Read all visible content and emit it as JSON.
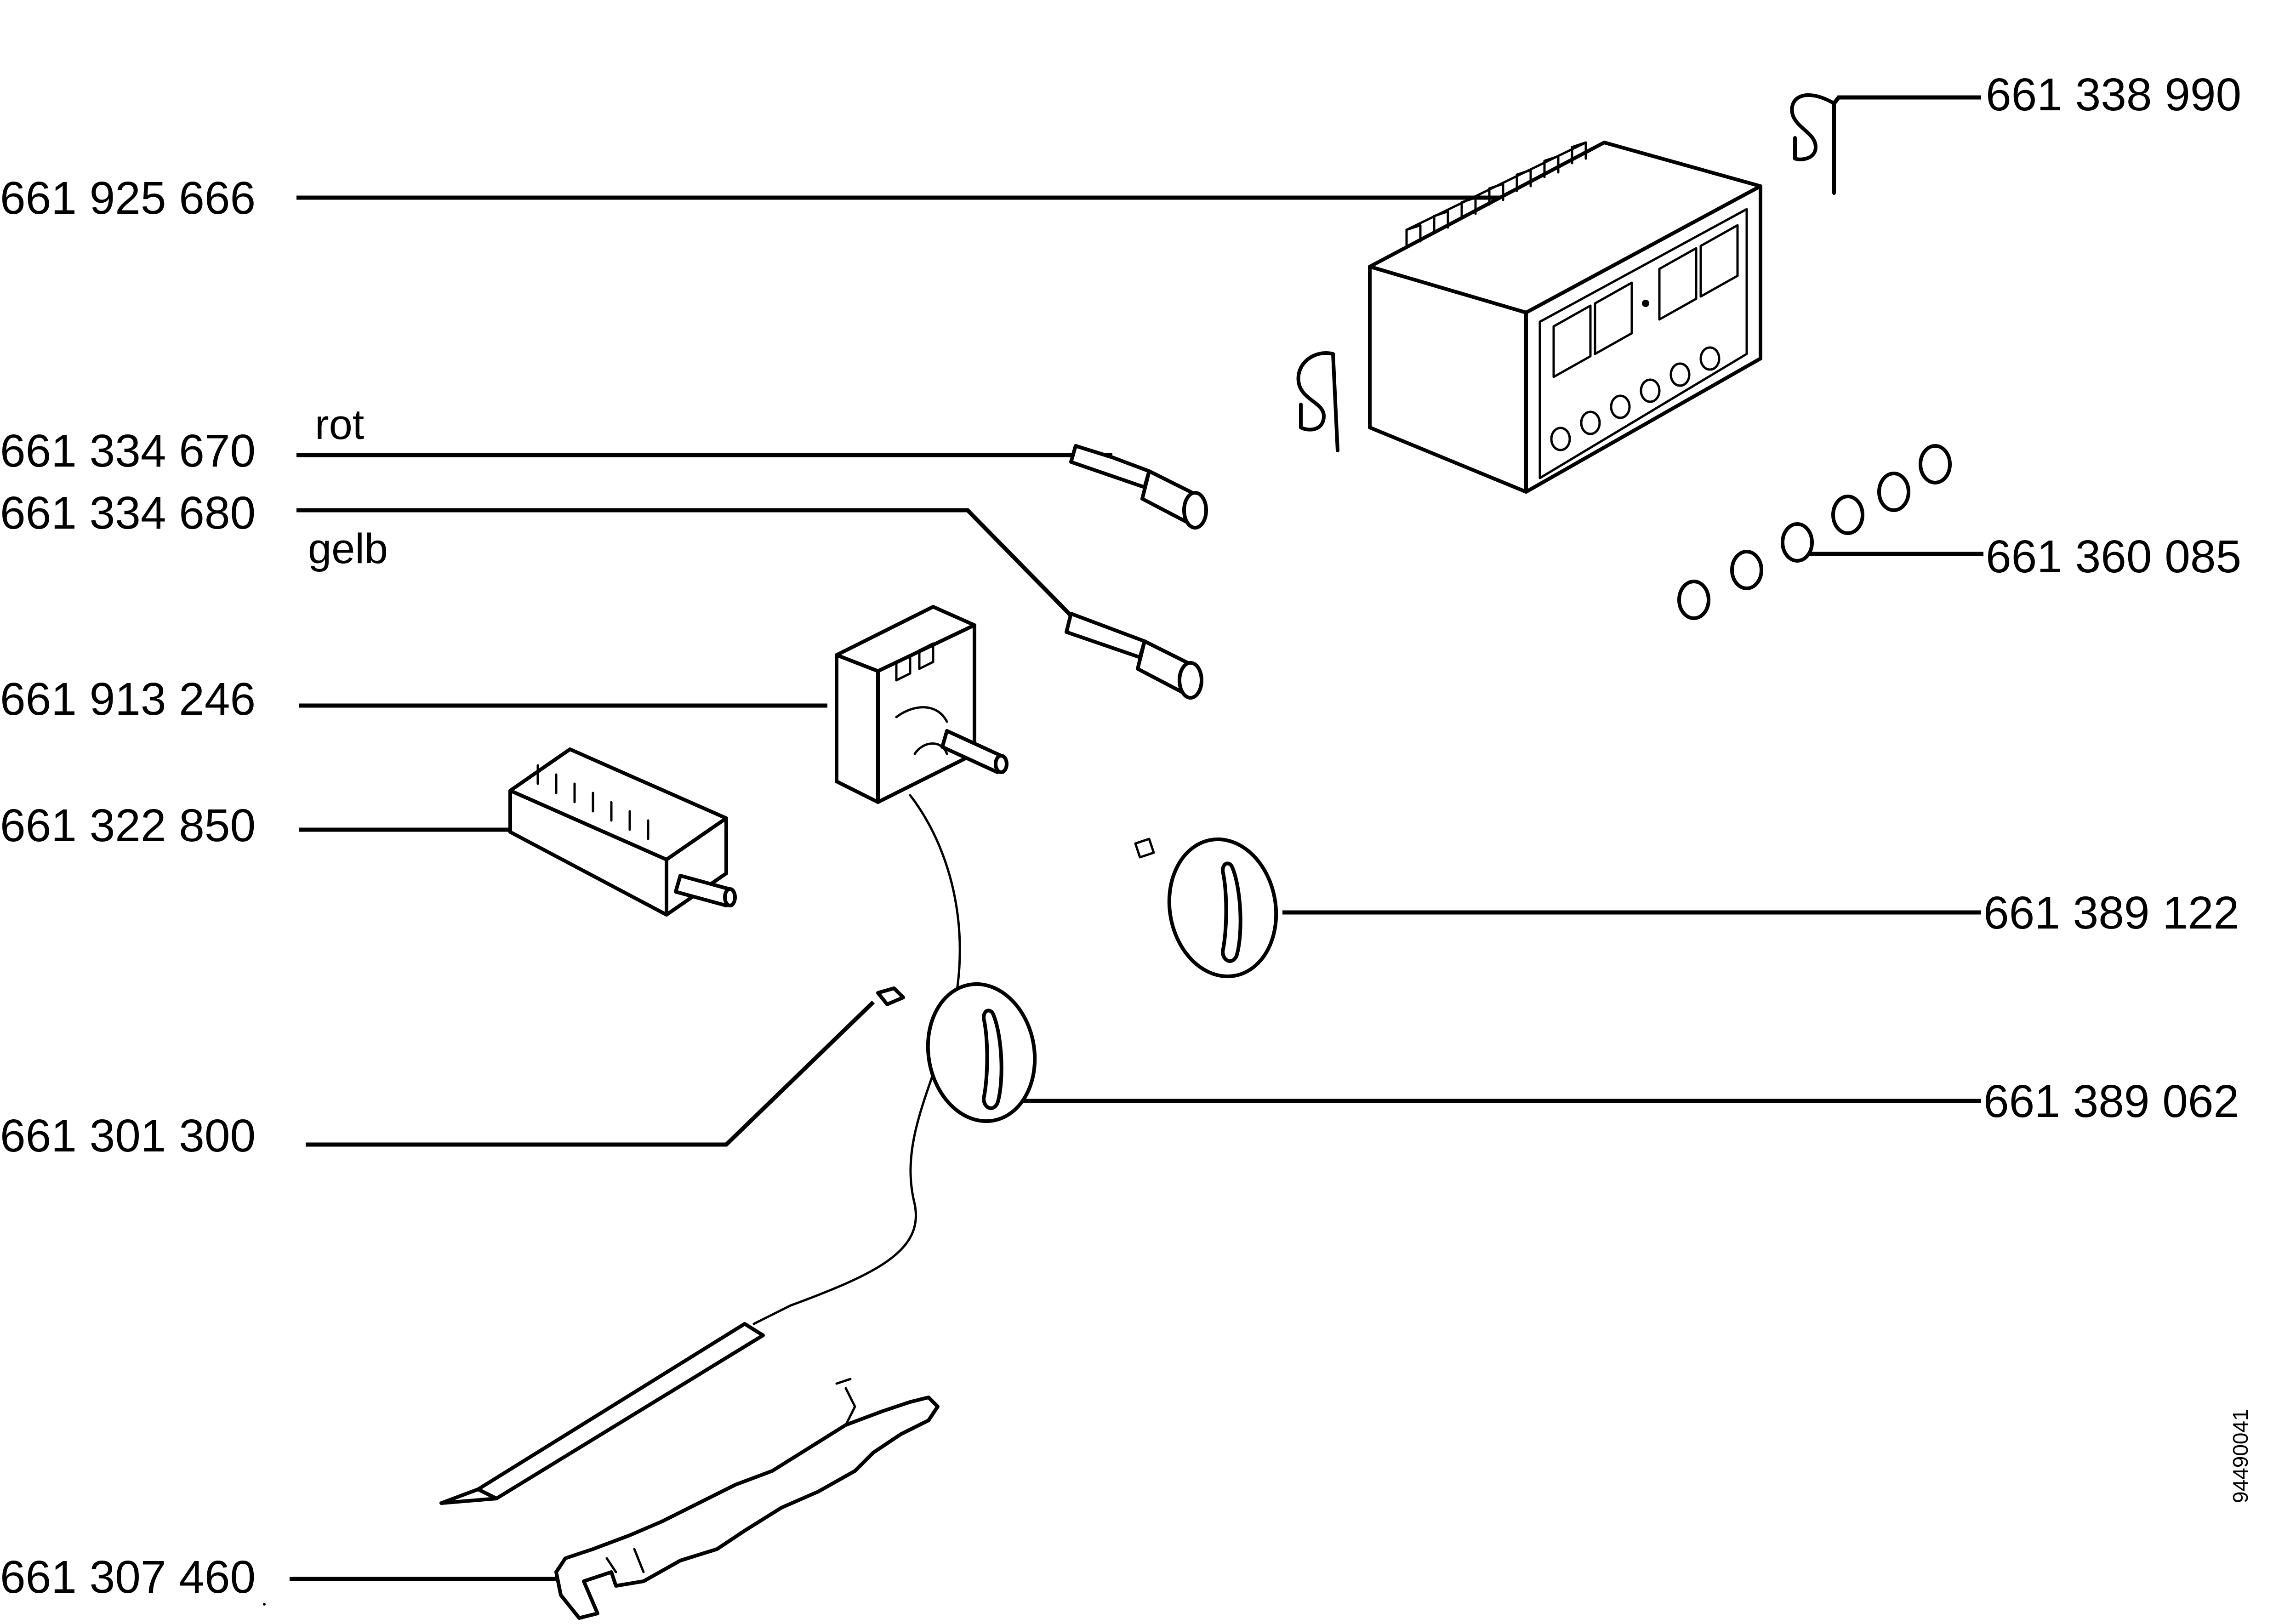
{
  "diagram": {
    "parts": [
      {
        "id": "timer-clip-top",
        "number": "661 338 990"
      },
      {
        "id": "timer-module",
        "number": "661 925 666"
      },
      {
        "id": "indicator-lamp-red",
        "number": "661 334 670",
        "note": "rot"
      },
      {
        "id": "indicator-lamp-yellow",
        "number": "661 334 680",
        "note": "gelb"
      },
      {
        "id": "timer-buttons",
        "number": "661 360 085"
      },
      {
        "id": "thermostat",
        "number": "661 913 246"
      },
      {
        "id": "selector-switch",
        "number": "661 322 850"
      },
      {
        "id": "knob-upper",
        "number": "661 389 122"
      },
      {
        "id": "knob-lower",
        "number": "661 389 062"
      },
      {
        "id": "knob-spring",
        "number": "661 301 300"
      },
      {
        "id": "sensor-holder",
        "number": "661 307 460"
      }
    ],
    "document_number": "94490041"
  }
}
